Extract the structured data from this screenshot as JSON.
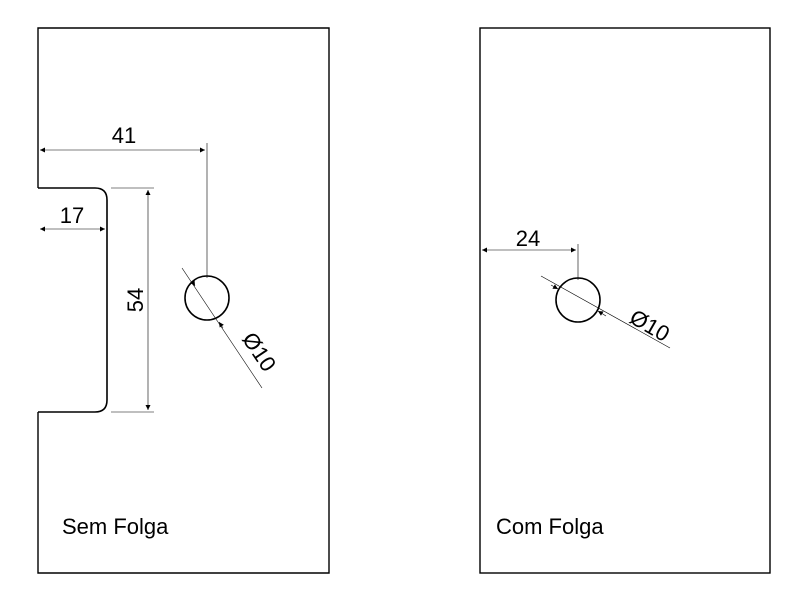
{
  "panels": [
    {
      "caption": "Sem Folga",
      "dimensions": {
        "hole_offset": "41",
        "notch_depth": "17",
        "notch_height": "54",
        "hole_diameter": "Ø10"
      }
    },
    {
      "caption": "Com Folga",
      "dimensions": {
        "hole_offset": "24",
        "hole_diameter": "Ø10"
      }
    }
  ]
}
